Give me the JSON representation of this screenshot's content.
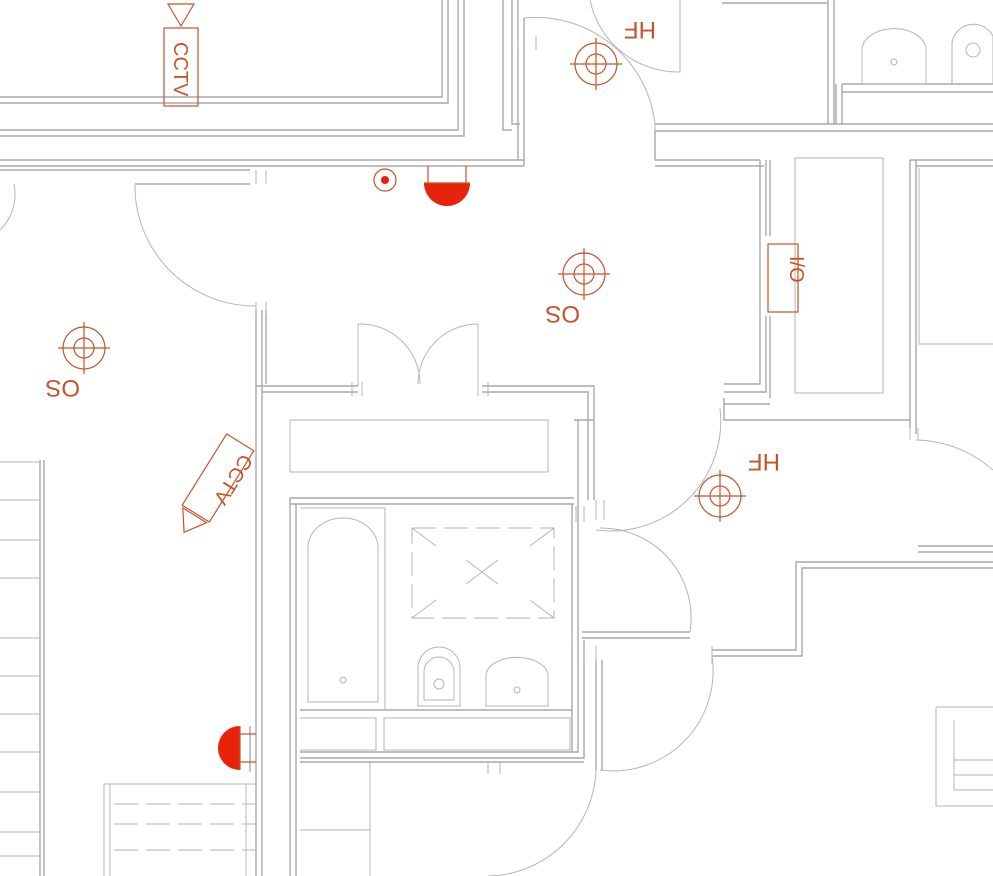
{
  "colors": {
    "wall": "#a9a9a9",
    "symbol": "#c5542a",
    "fixture_fill": "#e8230c",
    "background": "#ffffff"
  },
  "labels": {
    "cctv_top": "CCTV",
    "cctv_left": "CCTV",
    "hf_top": "HF",
    "hf_mid": "HF",
    "os_center": "OS",
    "os_left": "OS",
    "io": "I/O"
  },
  "icons": [
    "smoke-detector-icon",
    "bell-icon",
    "cctv-camera-icon",
    "door-swing-icon",
    "bath-icon",
    "toilet-icon",
    "basin-icon"
  ]
}
